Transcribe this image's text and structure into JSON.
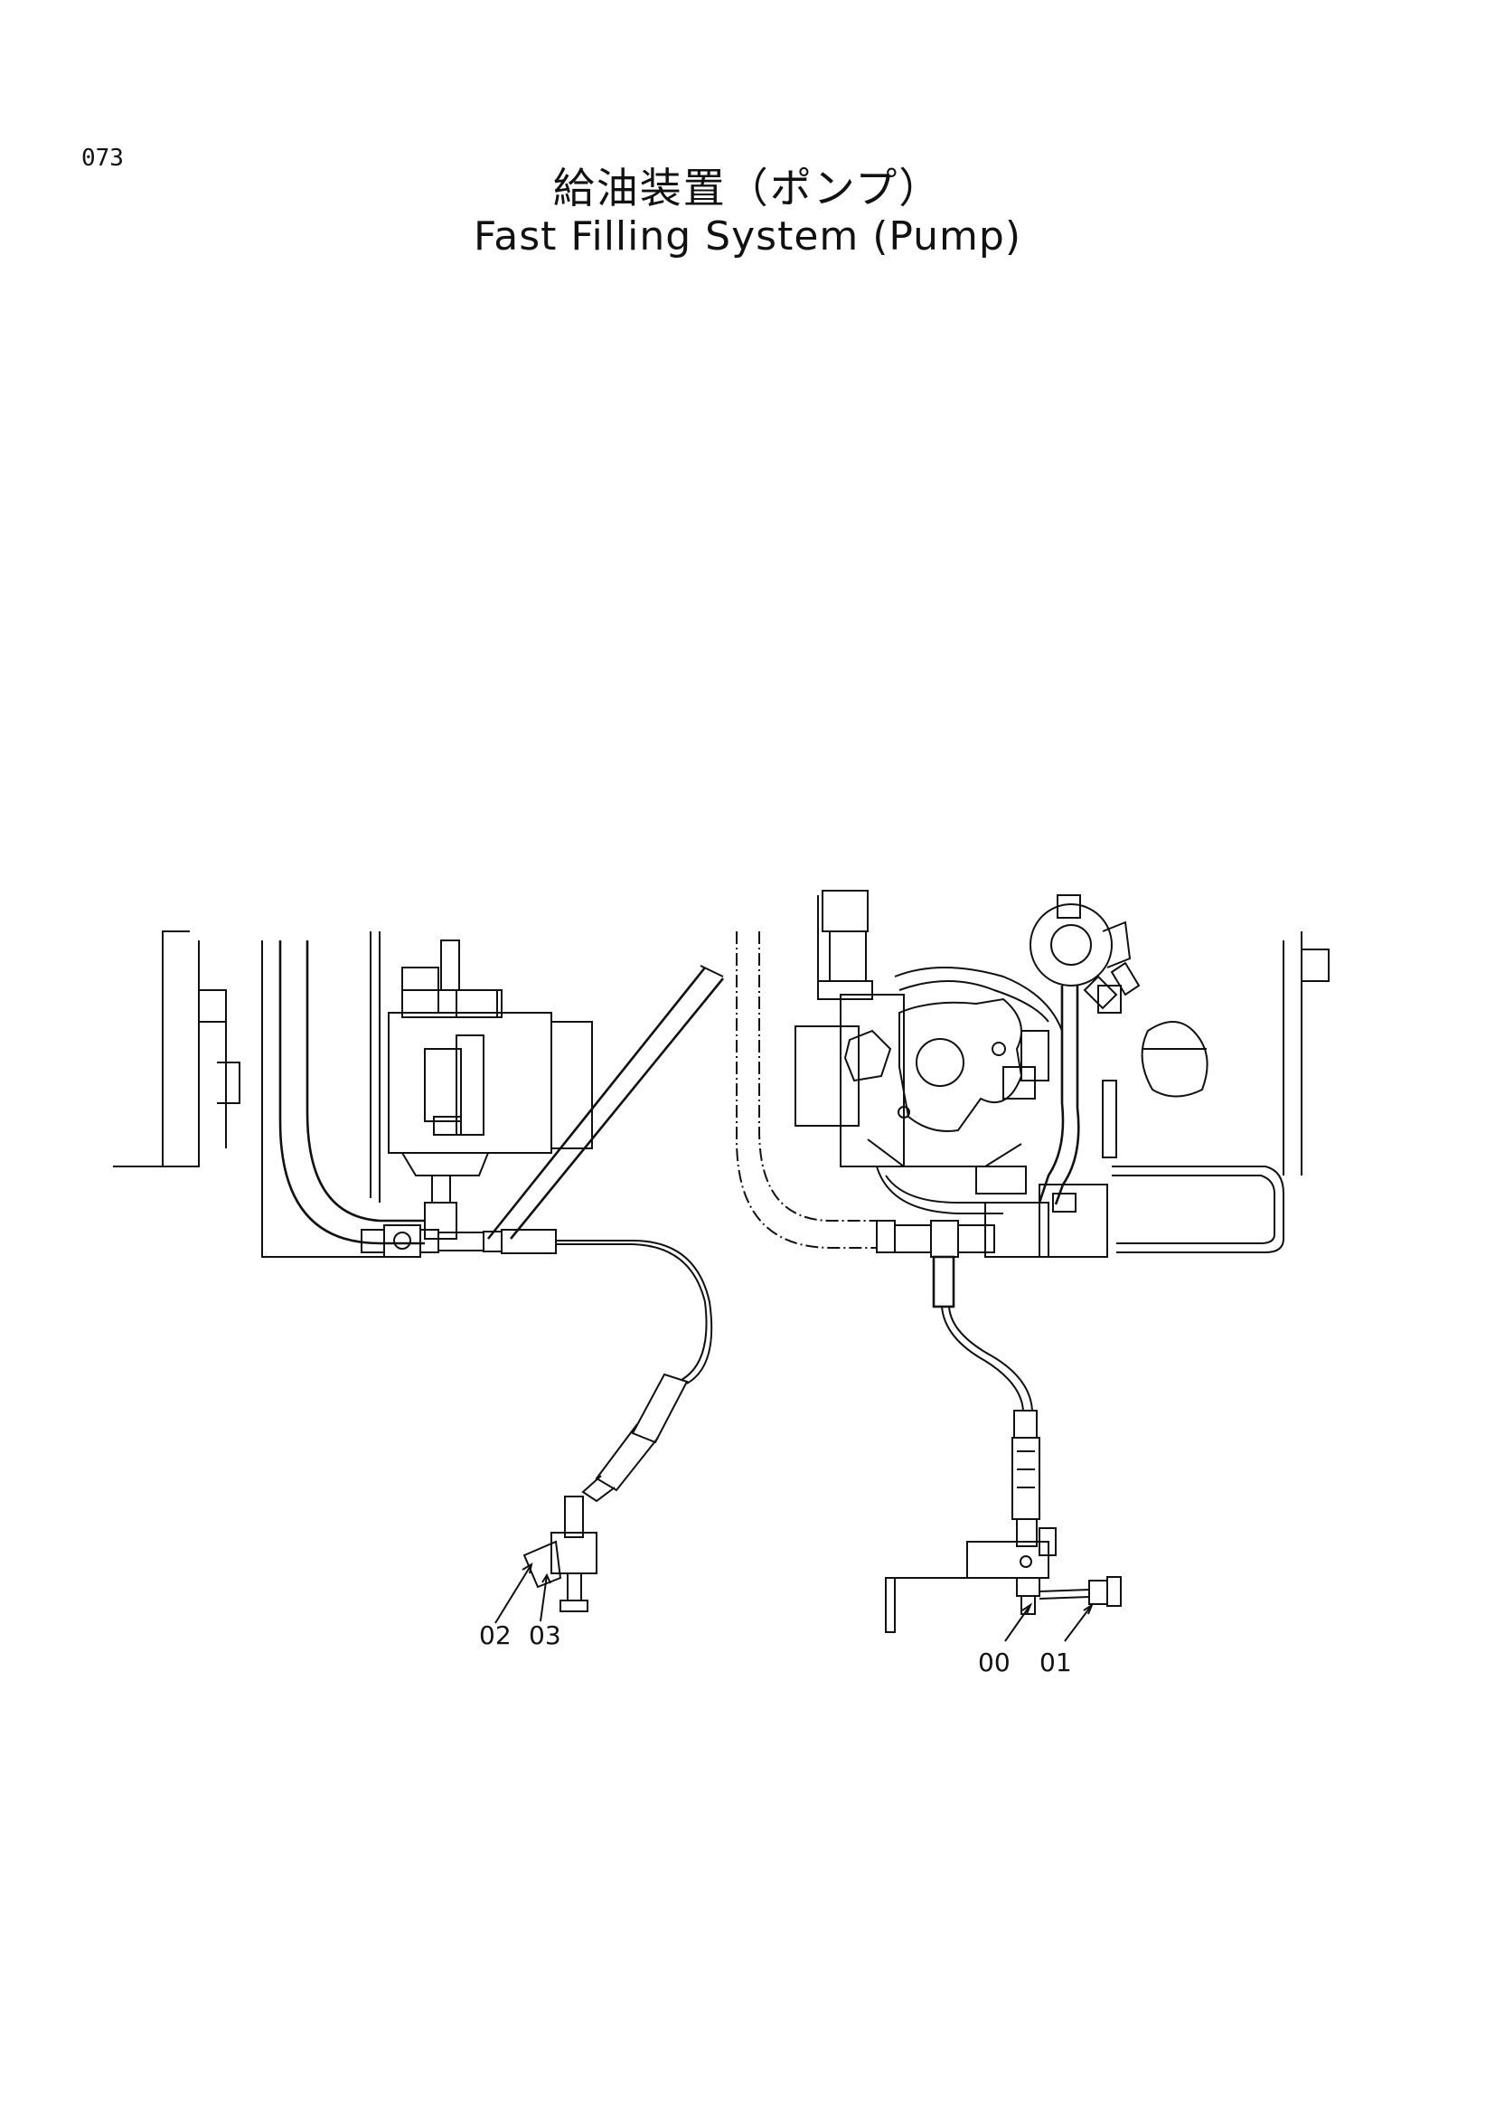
{
  "page": {
    "number": "073",
    "title_jp": "給油装置（ポンプ）",
    "title_en": "Fast Filling System (Pump)"
  },
  "callouts": [
    {
      "id": "callout-02",
      "label": "02"
    },
    {
      "id": "callout-03",
      "label": "03"
    },
    {
      "id": "callout-00",
      "label": "00"
    },
    {
      "id": "callout-01",
      "label": "01"
    }
  ]
}
